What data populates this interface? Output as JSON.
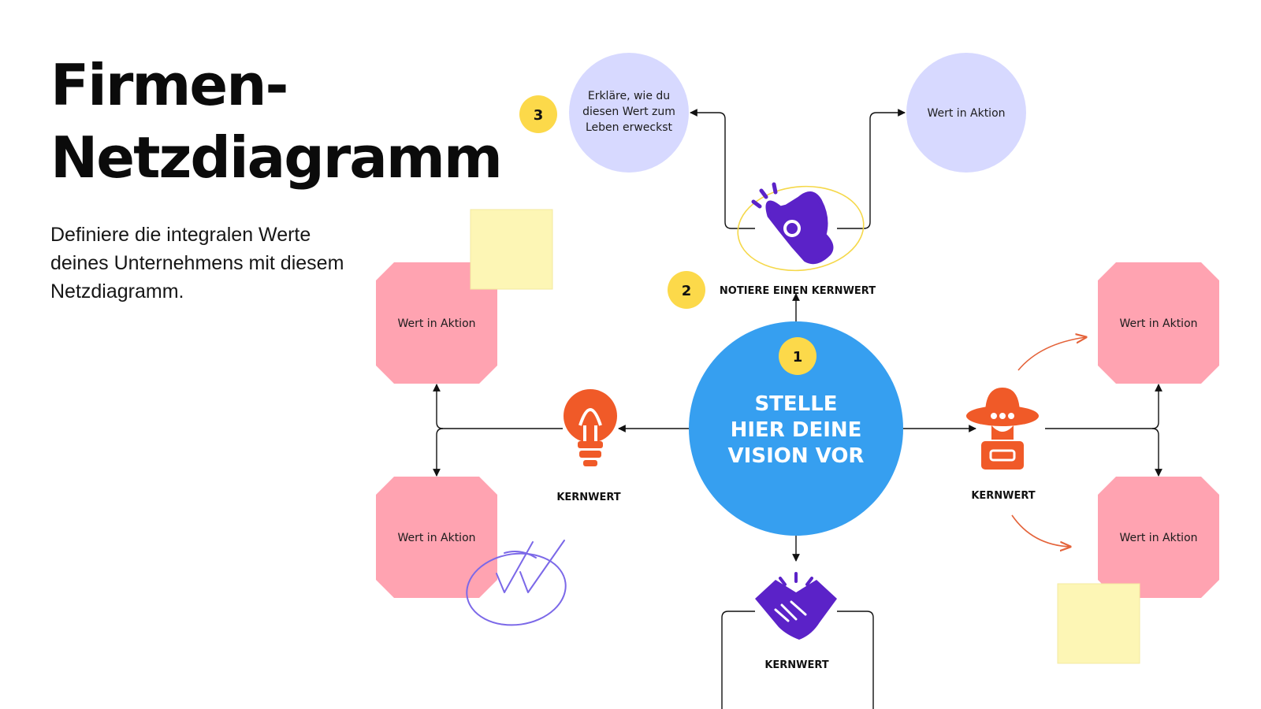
{
  "title_line1": "Firmen-",
  "title_line2": "Netzdiagramm",
  "subtitle": "Definiere die integralen Werte deines Unternehmens mit diesem Netzdiagramm.",
  "center": {
    "badge": "1",
    "line1": "STELLE",
    "line2": "HIER DEINE",
    "line3": "VISION VOR"
  },
  "top_value": {
    "badge": "2",
    "label": "NOTIERE EINEN KERNWERT"
  },
  "top_left_circle": {
    "badge": "3",
    "line1": "Erkläre, wie du",
    "line2": "diesen Wert zum",
    "line3": "Leben erweckst"
  },
  "top_right_circle": {
    "label": "Wert in Aktion"
  },
  "left_value": {
    "label": "KERNWERT"
  },
  "right_value": {
    "label": "KERNWERT"
  },
  "bottom_value": {
    "label": "KERNWERT"
  },
  "left_top_octagon": {
    "label": "Wert in Aktion"
  },
  "left_bottom_octagon": {
    "label": "Wert in Aktion"
  },
  "right_top_octagon": {
    "label": "Wert in Aktion"
  },
  "right_bottom_octagon": {
    "label": "Wert in Aktion"
  },
  "colors": {
    "center_blue": "#369ff0",
    "badge_yellow": "#fcd94a",
    "lavender": "#d7d9ff",
    "pink": "#ffa3b1",
    "sticky_yellow": "#fdf6b5",
    "purple": "#5b22c8",
    "orange": "#f05a28"
  }
}
